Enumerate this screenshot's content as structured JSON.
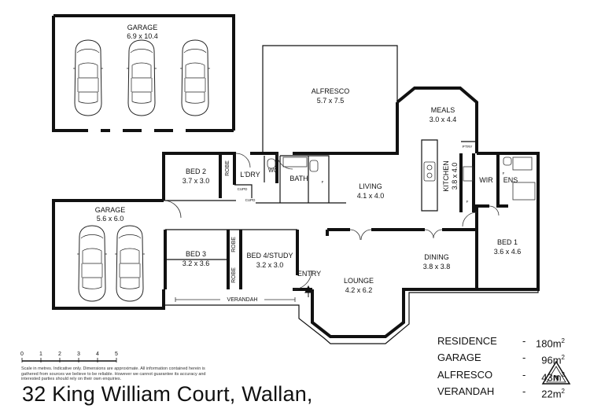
{
  "rooms": {
    "garage_top": {
      "name": "GARAGE",
      "size": "6.9 x 10.4"
    },
    "garage_left": {
      "name": "GARAGE",
      "size": "5.6 x 6.0"
    },
    "alfresco": {
      "name": "ALFRESCO",
      "size": "5.7 x 7.5"
    },
    "meals": {
      "name": "MEALS",
      "size": "3.0 x 4.4"
    },
    "bed2": {
      "name": "BED 2",
      "size": "3.7 x 3.0"
    },
    "robe_bed2": "ROBE",
    "ldry": "L'DRY",
    "wc": "WC",
    "bath": "BATH",
    "living": {
      "name": "LIVING",
      "size": "4.1 x 4.0"
    },
    "kitchen": {
      "name": "KITCHEN",
      "size": "3.8 x 4.0"
    },
    "ptry": "P'TRY",
    "wir": "WIR",
    "ens": "ENS",
    "bed3": {
      "name": "BED 3",
      "size": "3.2 x 3.6"
    },
    "robe_a": "ROBE",
    "robe_b": "ROBE",
    "bed4": {
      "name": "BED 4/STUDY",
      "size": "3.2 x 3.0"
    },
    "entry": "ENTRY",
    "dining": {
      "name": "DINING",
      "size": "3.8 x 3.8"
    },
    "bed1": {
      "name": "BED 1",
      "size": "3.6 x 4.6"
    },
    "lounge": {
      "name": "LOUNGE",
      "size": "4.2 x 6.2"
    },
    "verandah": "VERANDAH",
    "cpd_a": "CUPD",
    "cpd_b": "CUPD",
    "f_bath": "F",
    "f_kitchen": "F",
    "f_ens": "F"
  },
  "scale": {
    "ticks": [
      "0",
      "1",
      "2",
      "3",
      "4",
      "5"
    ]
  },
  "disclaimer": "Scale in metres. Indicative only. Dimensions are approximate. All information contained herein is gathered from sources we believe to be reliable. However we cannot guarantee its accuracy and interested parties should rely on their own enquiries.",
  "areas": [
    {
      "label": "RESIDENCE",
      "value": "180m",
      "sup": "2"
    },
    {
      "label": "GARAGE",
      "value": "96m",
      "sup": "2"
    },
    {
      "label": "ALFRESCO",
      "value": "43m",
      "sup": "2"
    },
    {
      "label": "VERANDAH",
      "value": "22m",
      "sup": "2"
    }
  ],
  "north": "N",
  "address": "32 King William Court, Wallan,"
}
